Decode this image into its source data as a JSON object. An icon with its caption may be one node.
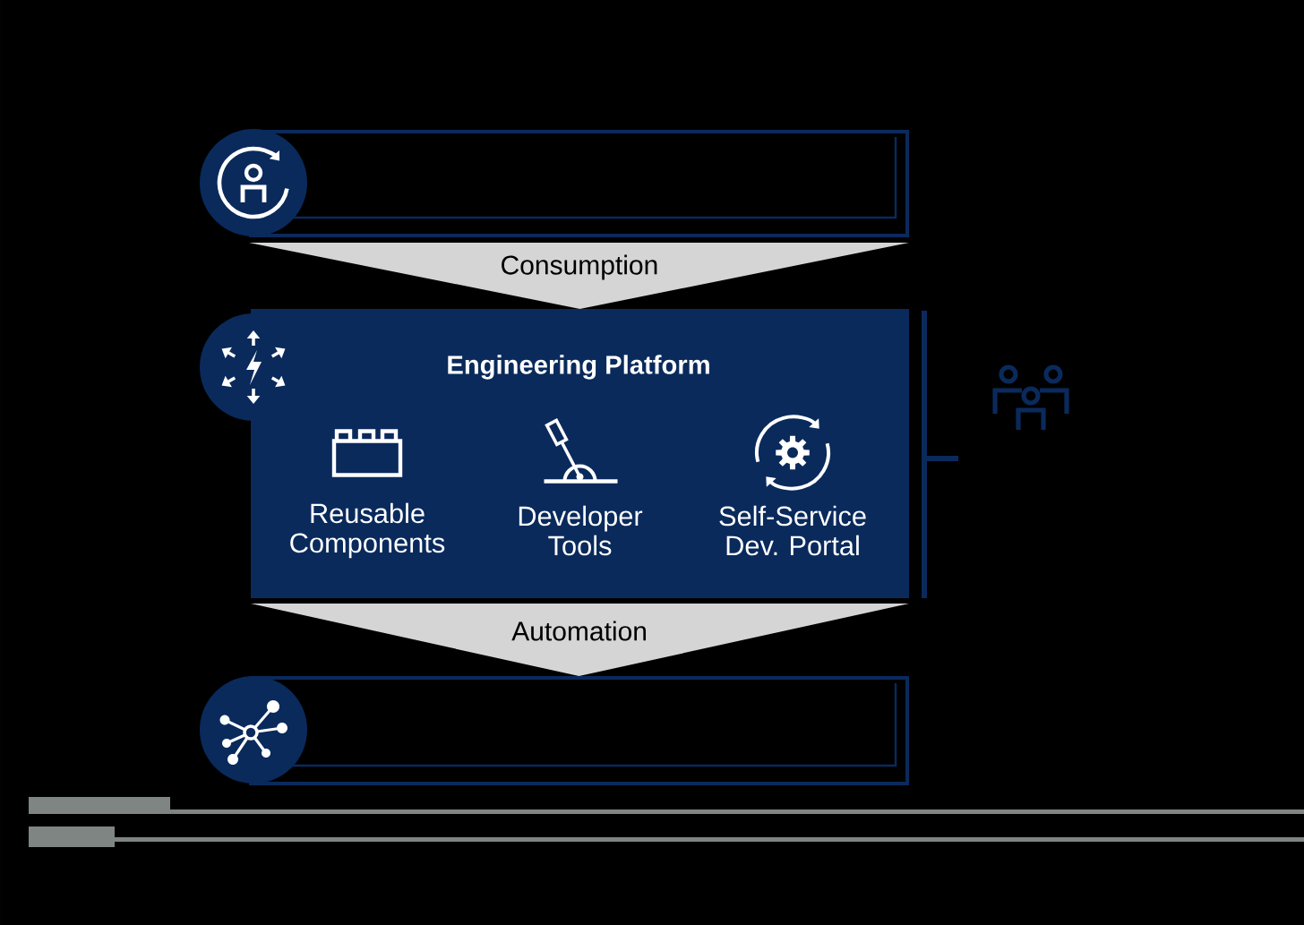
{
  "diagram": {
    "nodes": [
      {
        "text": [],
        "shape": "box"
      },
      {
        "text": [
          "Engineering Platform"
        ]
      },
      {
        "text": [
          "Reusable Components"
        ],
        "in": 1
      },
      {
        "text": [
          "Developer Tools"
        ],
        "in": 1
      },
      {
        "text": [
          "Self-Service Dev. Portal"
        ],
        "in": 1
      },
      {
        "text": [],
        "shape": "box"
      }
    ],
    "edges": [
      {
        "from": 0,
        "to": 1,
        "arrow": "to",
        "label": "Consumption"
      },
      {
        "from": 1,
        "to": 5,
        "arrow": "to",
        "label": "Automation"
      }
    ]
  }
}
